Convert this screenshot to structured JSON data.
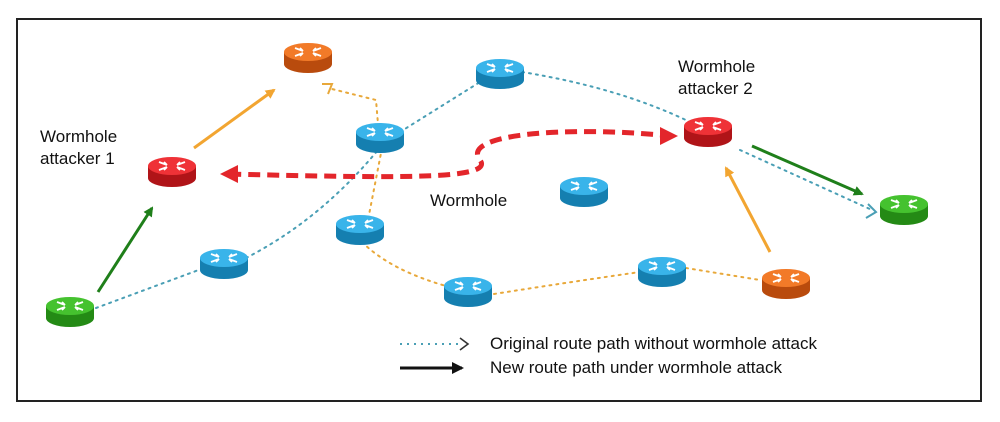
{
  "labels": {
    "attacker1": [
      "Wormhole",
      "attacker 1"
    ],
    "attacker2": [
      "Wormhole",
      "attacker 2"
    ],
    "wormhole": "Wormhole"
  },
  "legend": {
    "original": "Original route path without wormhole attack",
    "new": "New route path under wormhole attack"
  },
  "colors": {
    "blue_node": "#2aa7e0",
    "red_node": "#e3262b",
    "orange_node": "#ec6a1c",
    "green_node": "#37b024",
    "dotted_blue": "#4a9fb5",
    "dotted_orange": "#e8a83a",
    "arrow_green": "#1f7f1a",
    "arrow_orange": "#f2a531",
    "wormhole_link": "#e3262b"
  }
}
